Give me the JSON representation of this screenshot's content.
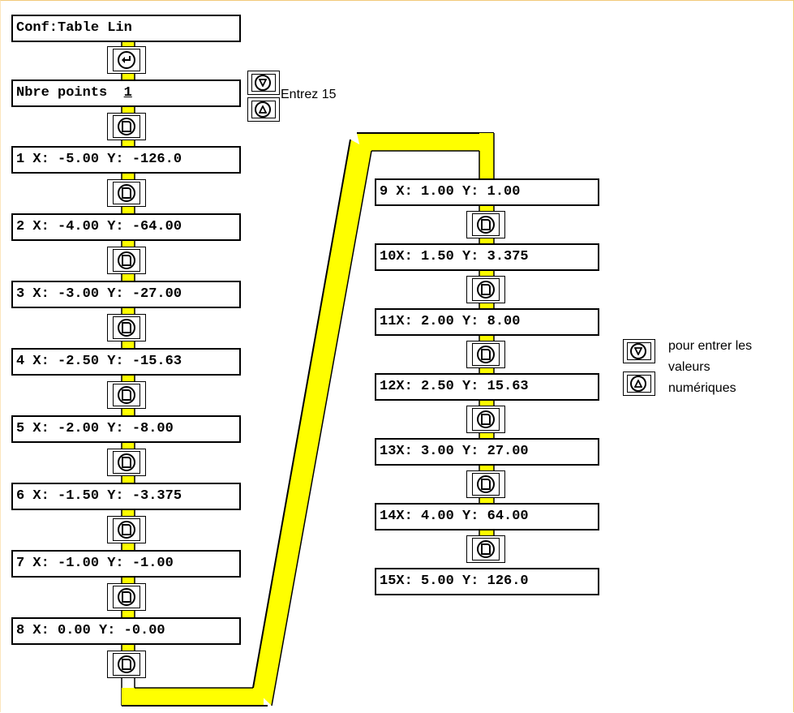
{
  "title": "Conf:Table Lin",
  "points_label": "Nbre points",
  "points_value": "1",
  "enter_hint": "Entrez 15",
  "values_hint": [
    "pour entrer les",
    "valeurs",
    "numériques"
  ],
  "entries_left": [
    "1 X: -5.00 Y: -126.0",
    "2 X: -4.00 Y: -64.00",
    "3 X: -3.00 Y: -27.00",
    "4 X: -2.50 Y: -15.63",
    "5 X: -2.00 Y: -8.00",
    "6 X: -1.50 Y: -3.375",
    "7 X: -1.00 Y: -1.00",
    "8 X: 0.00 Y: -0.00"
  ],
  "entries_right": [
    "9 X: 1.00 Y: 1.00",
    "10X: 1.50 Y: 3.375",
    "11X: 2.00 Y: 8.00",
    "12X: 2.50 Y: 15.63",
    "13X: 3.00 Y: 27.00",
    "14X: 4.00 Y: 64.00",
    "15X: 5.00 Y: 126.0"
  ],
  "colors": {
    "connector": "#ffff00",
    "border": "#000000",
    "frame": "#f2c97a"
  },
  "icons": {
    "enter": "enter-key-icon",
    "page": "page-key-icon",
    "down": "down-arrow-key-icon",
    "up": "up-arrow-key-icon"
  }
}
